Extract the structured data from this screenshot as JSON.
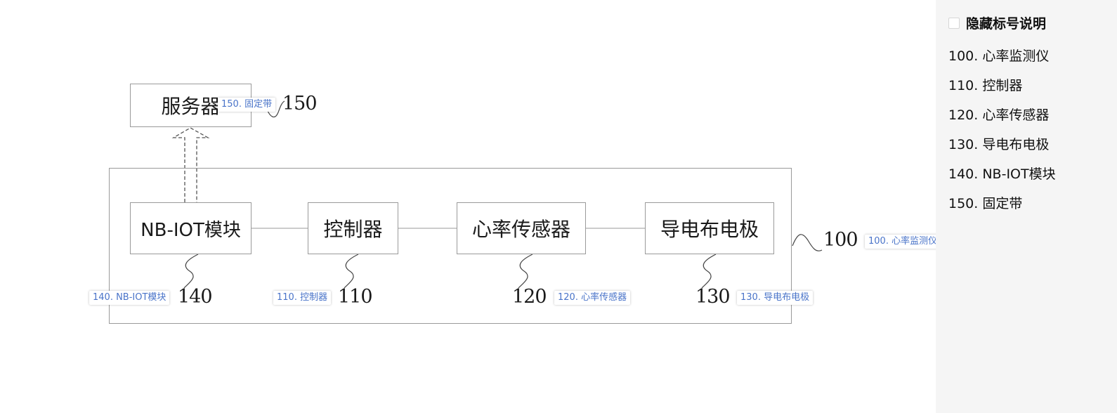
{
  "diagram": {
    "boxes": {
      "server": "服务器",
      "nbiot": "NB-IOT模块",
      "controller": "控制器",
      "sensor": "心率传感器",
      "electrode": "导电布电极"
    },
    "refs": {
      "r100": "100",
      "r110": "110",
      "r120": "120",
      "r130": "130",
      "r140": "140",
      "r150": "150"
    },
    "tags": {
      "t100": "100. 心率监测仪",
      "t110": "110. 控制器",
      "t120": "120. 心率传感器",
      "t130": "130. 导电布电极",
      "t140": "140. NB-IOT模块",
      "t150": "150. 固定带"
    }
  },
  "sidebar": {
    "toggle_label": "隐藏标号说明",
    "items": [
      "100. 心率监测仪",
      "110. 控制器",
      "120. 心率传感器",
      "130. 导电布电极",
      "140. NB-IOT模块",
      "150. 固定带"
    ]
  },
  "colors": {
    "line": "#9a9a9a",
    "tag_text": "#4a74c9",
    "sidebar_bg": "#f5f5f5"
  }
}
